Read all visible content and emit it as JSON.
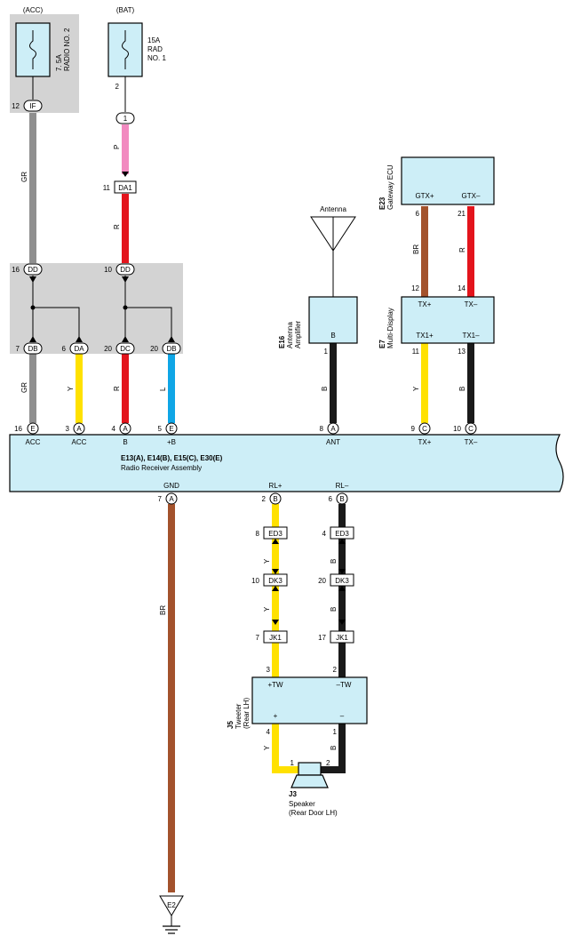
{
  "sources": {
    "acc_label": "(ACC)",
    "bat_label": "(BAT)",
    "acc_fuse": {
      "amp": "7. 5A",
      "name": "RADIO NO. 2"
    },
    "bat_fuse": {
      "amp": "15A",
      "name_line1": "RAD",
      "name_line2": "NO. 1"
    }
  },
  "pins": {
    "acc_fuse_pin": "12",
    "acc_fuse_conn": "IF",
    "bat_fuse_pin": "2",
    "bat_conn": "1",
    "da1_pin": "11",
    "da1_conn": "DA1",
    "dd_left_pin": "16",
    "dd_right_pin": "10",
    "dd_conn": "DD",
    "db_left_pin": "7",
    "db_left_conn": "DB",
    "da_pin": "6",
    "da_conn": "DA",
    "dc_pin": "20",
    "dc_conn": "DC",
    "db_right_pin": "20",
    "db_right_conn": "DB",
    "radio_pin_acc_e": "16",
    "radio_pin_acc_a": "3",
    "radio_pin_b": "4",
    "radio_pin_plusb": "5",
    "radio_pin_ant": "8",
    "radio_pin_txplus": "9",
    "radio_pin_txminus": "10",
    "conn_e": "E",
    "conn_a": "A",
    "conn_c": "C",
    "conn_b": "B",
    "radio_pin_gnd": "7",
    "radio_pin_rlplus": "2",
    "radio_pin_rlminus": "6",
    "ed3_left_pin": "8",
    "ed3_right_pin": "4",
    "ed3_conn": "ED3",
    "dk3_left_pin": "10",
    "dk3_right_pin": "20",
    "dk3_conn": "DK3",
    "jk1_left_pin": "7",
    "jk1_right_pin": "17",
    "jk1_conn": "JK1",
    "tw_left_pin": "3",
    "tw_right_pin": "2",
    "tw_out_left_pin": "4",
    "tw_out_right_pin": "1",
    "spk_pin1": "1",
    "spk_pin2": "2",
    "ant_amp_pin": "1",
    "gw_pin_left": "6",
    "gw_pin_right": "21",
    "md_pin_top_left": "12",
    "md_pin_top_right": "14",
    "md_pin_bot_left": "11",
    "md_pin_bot_right": "13"
  },
  "wires": {
    "gr": "GR",
    "p": "P",
    "r": "R",
    "y": "Y",
    "l": "L",
    "b": "B",
    "br": "BR"
  },
  "radio": {
    "codes": "E13(A), E14(B), E15(C), E30(E)",
    "name": "Radio Receiver Assembly",
    "term_acc1": "ACC",
    "term_acc2": "ACC",
    "term_b": "B",
    "term_plusb": "+B",
    "term_ant": "ANT",
    "term_txplus": "TX+",
    "term_txminus": "TX–",
    "term_gnd": "GND",
    "term_rlplus": "RL+",
    "term_rlminus": "RL–"
  },
  "antenna": {
    "label": "Antenna",
    "amp_code": "E16",
    "amp_name_1": "Antenna",
    "amp_name_2": "Amplifier",
    "amp_term": "B"
  },
  "gateway": {
    "code": "E23",
    "name": "Gateway ECU",
    "term_left": "GTX+",
    "term_right": "GTX–"
  },
  "multidisplay": {
    "code": "E7",
    "name": "Multi-Display",
    "term_top_left": "TX+",
    "term_top_right": "TX–",
    "term_bot_left": "TX1+",
    "term_bot_right": "TX1–"
  },
  "tweeter": {
    "code": "J5",
    "name_1": "Tweeter",
    "name_2": "(Rear LH)",
    "term_left": "+TW",
    "term_right": "–TW",
    "term_plus": "+",
    "term_minus": "–"
  },
  "speaker": {
    "code": "J3",
    "name_1": "Speaker",
    "name_2": "(Rear Door LH)"
  },
  "ground": {
    "label": "E2"
  },
  "colors": {
    "gray": "#8f8f8f",
    "pink": "#f28ac0",
    "red": "#e3141c",
    "yellow": "#ffe100",
    "blue": "#0fa6e6",
    "black": "#1a1a1a",
    "brown": "#a3522c",
    "component_fill": "#cdeef7",
    "gray_area": "#d3d3d3"
  }
}
